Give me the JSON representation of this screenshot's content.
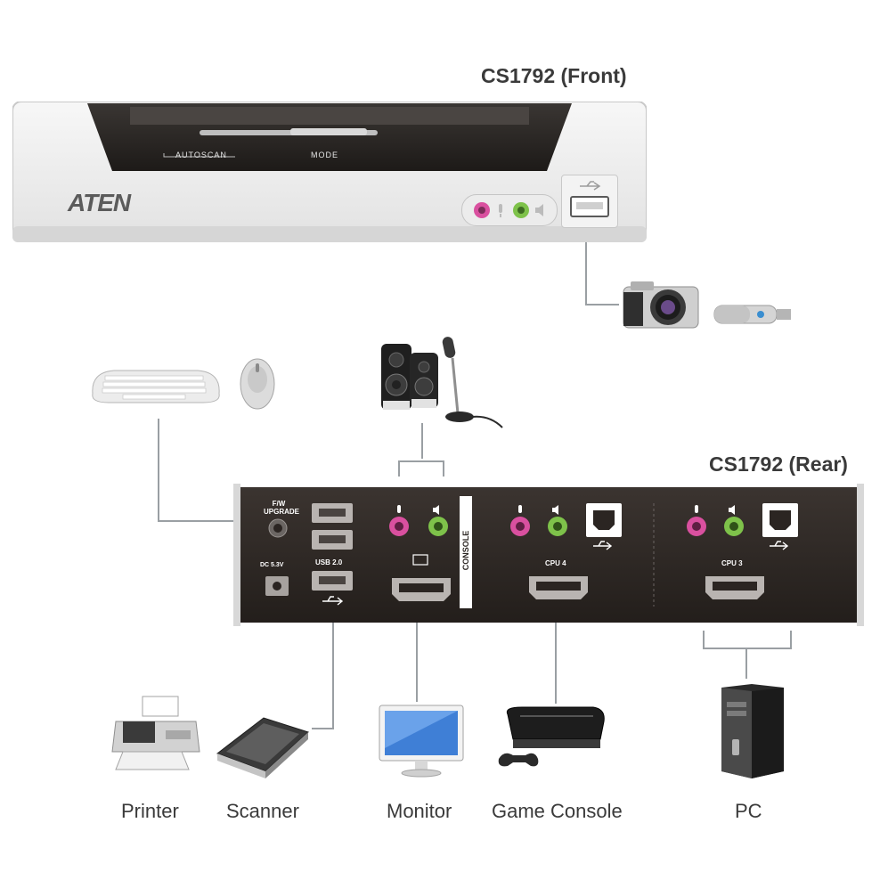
{
  "titles": {
    "front": "CS1792 (Front)",
    "rear": "CS1792 (Rear)"
  },
  "front_panel": {
    "brand": "ATEN",
    "autoscan_label": "AUTOSCAN",
    "mode_label": "MODE",
    "icons": [
      "mic-icon",
      "speaker-icon",
      "usb-icon"
    ]
  },
  "rear_panel": {
    "fw_upgrade_label": "F/W\nUPGRADE",
    "dc_label": "DC 5.3V",
    "usb_label": "USB 2.0",
    "console_label": "CONSOLE",
    "cpu4_label": "CPU 4",
    "cpu3_label": "CPU 3"
  },
  "devices": {
    "printer": "Printer",
    "scanner": "Scanner",
    "monitor": "Monitor",
    "game_console": "Game Console",
    "pc": "PC"
  },
  "colors": {
    "mic_jack": "#d9509f",
    "speaker_jack": "#7ec24a",
    "panel_dark": "#2b2522",
    "connector_line": "#9a9fa3"
  }
}
